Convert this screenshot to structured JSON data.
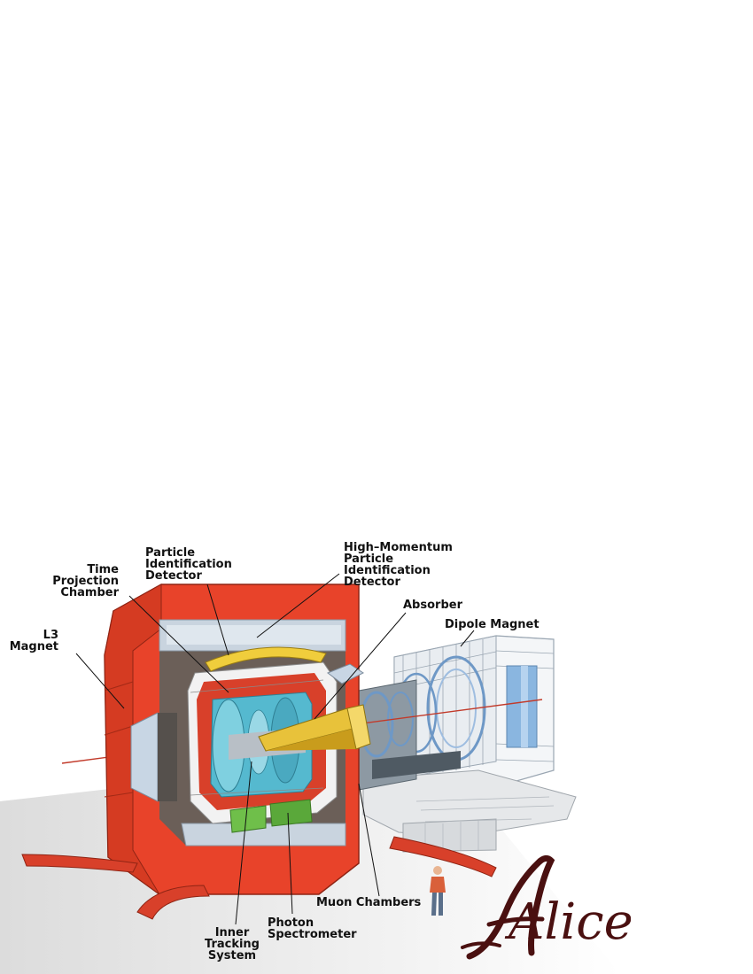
{
  "labels": {
    "tpc": [
      "Time",
      "Projection",
      "Chamber"
    ],
    "pid": [
      "Particle",
      "Identification",
      "Detector"
    ],
    "hmpid": [
      "High–Momentum",
      "Particle",
      "Identification",
      "Detector"
    ],
    "absorber": [
      "Absorber"
    ],
    "dipole": [
      "Dipole Magnet"
    ],
    "l3": [
      "L3",
      "Magnet"
    ],
    "muon": [
      "Muon Chambers"
    ],
    "photon": [
      "Photon",
      "Spectrometer"
    ],
    "its": [
      "Inner",
      "Tracking",
      "System"
    ]
  },
  "logo": {
    "text": "Alice"
  },
  "colors": {
    "magnet_red": "#e8432a",
    "magnet_dark": "#b52e1a",
    "detector_cyan": "#5bc3d6",
    "absorber_yellow": "#e9c23a",
    "steel_blue": "#7ba7d4",
    "logo_brown": "#4a1010"
  }
}
